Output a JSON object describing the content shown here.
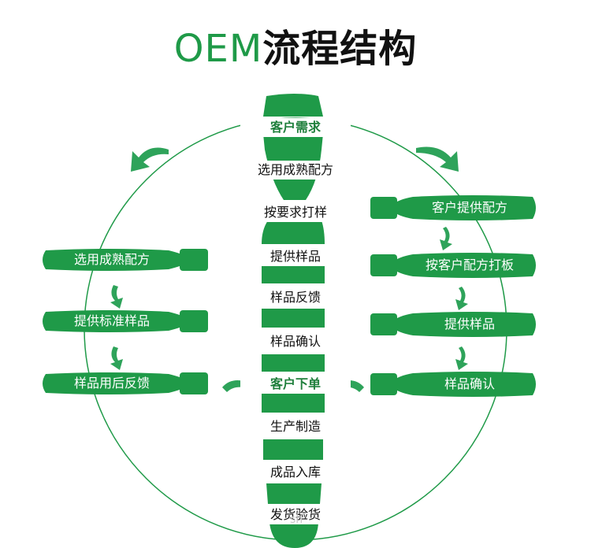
{
  "title": {
    "oem": "OEM",
    "rest": "流程结构"
  },
  "center": {
    "steps": [
      {
        "label": "客户需求",
        "key": true
      },
      {
        "label": "选用成熟配方",
        "key": false
      },
      {
        "label": "按要求打样",
        "key": false
      },
      {
        "label": "提供样品",
        "key": false
      },
      {
        "label": "样品反馈",
        "key": false
      },
      {
        "label": "样品确认",
        "key": false
      },
      {
        "label": "客户下单",
        "key": true
      },
      {
        "label": "生产制造",
        "key": false
      },
      {
        "label": "成品入库",
        "key": false
      },
      {
        "label": "发货验货",
        "key": false
      }
    ]
  },
  "left": {
    "steps": [
      "选用成熟配方",
      "提供标准样品",
      "样品用后反馈"
    ]
  },
  "right": {
    "steps": [
      "客户提供配方",
      "按客户配方打板",
      "提供样品",
      "样品确认"
    ]
  },
  "watermark": "sh",
  "colors": {
    "green": "#1f9a48",
    "dark_green": "#1f7f3c",
    "arrow_green": "#2ea35a"
  }
}
